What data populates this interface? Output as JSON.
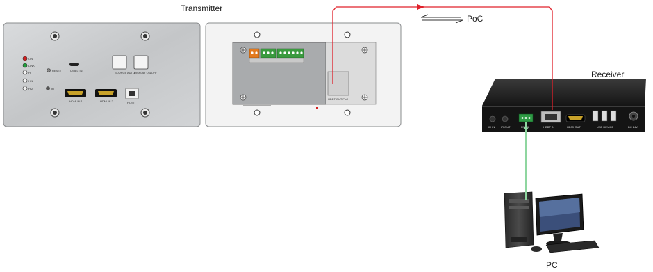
{
  "labels": {
    "transmitter": "Transmitter",
    "receiver": "Receiver",
    "poc": "PoC",
    "pc": "PC"
  },
  "front_panel": {
    "leds": [
      "ON",
      "LINK",
      "H",
      "H 1",
      "H 2"
    ],
    "reset": "RESET",
    "ir": "IR",
    "usbc": "USB-C IN",
    "source_btn": "SOURCE AUTO",
    "display_btn": "DISPLAY ON/OFF",
    "hdmi1": "HDMI IN 1",
    "hdmi2": "HDMI IN 2",
    "host": "HOST"
  },
  "rear_panel": {
    "hdbt": "HDBT OUT PoC"
  },
  "receiver_panel": {
    "ir_in": "IR IN",
    "ir_out": "IR OUT",
    "rs232": "RS232",
    "hdbt_in": "HDBT IN",
    "hdmi_out": "HDMI OUT",
    "usb_device": "USB DEVICE",
    "dc": "DC 24V"
  },
  "colors": {
    "hdbt_cable": "#e0202a",
    "rs232_cable": "#8fd6a0",
    "plate": "#c9cbcd",
    "rear_plate": "#f3f3f3",
    "receiver_body": "#1e1e1e"
  }
}
